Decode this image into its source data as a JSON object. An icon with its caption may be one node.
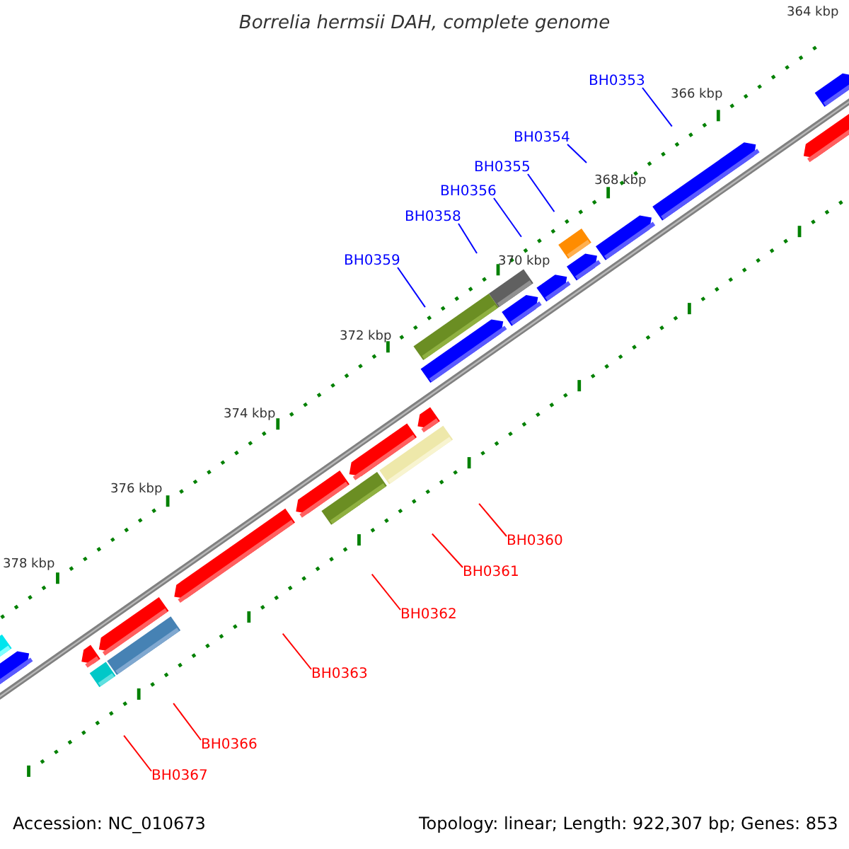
{
  "diagram": {
    "title": "Borrelia hermsii DAH, complete genome",
    "nodes": [
      {
        "text": [
          "BH0353"
        ]
      },
      {
        "text": [
          "BH0354"
        ]
      },
      {
        "text": [
          "BH0355"
        ]
      },
      {
        "text": [
          "BH0356"
        ]
      },
      {
        "text": [
          "BH0358"
        ]
      },
      {
        "text": [
          "BH0359"
        ]
      },
      {
        "text": [
          "BH0360"
        ]
      },
      {
        "text": [
          "BH0361"
        ]
      },
      {
        "text": [
          "BH0362"
        ]
      },
      {
        "text": [
          "BH0363"
        ]
      },
      {
        "text": [
          "BH0366"
        ]
      },
      {
        "text": [
          "BH0367"
        ]
      }
    ],
    "edges": [
      {
        "from": 0,
        "to": null,
        "arrow": "none",
        "color": "#0000ff"
      },
      {
        "from": 1,
        "to": null,
        "arrow": "none",
        "color": "#0000ff"
      },
      {
        "from": 2,
        "to": null,
        "arrow": "none",
        "color": "#0000ff"
      },
      {
        "from": 3,
        "to": null,
        "arrow": "none",
        "color": "#0000ff"
      },
      {
        "from": 4,
        "to": null,
        "arrow": "none",
        "color": "#0000ff"
      },
      {
        "from": 5,
        "to": null,
        "arrow": "none",
        "color": "#0000ff"
      },
      {
        "from": 6,
        "to": null,
        "arrow": "none",
        "color": "#ff0000"
      },
      {
        "from": 7,
        "to": null,
        "arrow": "none",
        "color": "#ff0000"
      },
      {
        "from": 8,
        "to": null,
        "arrow": "none",
        "color": "#ff0000"
      },
      {
        "from": 9,
        "to": null,
        "arrow": "none",
        "color": "#ff0000"
      },
      {
        "from": 10,
        "to": null,
        "arrow": "none",
        "color": "#ff0000"
      },
      {
        "from": 11,
        "to": null,
        "arrow": "none",
        "color": "#ff0000"
      }
    ],
    "labels": [
      "364 kbp",
      "366 kbp",
      "368 kbp",
      "370 kbp",
      "372 kbp",
      "374 kbp",
      "376 kbp",
      "378 kbp",
      "Accession: NC_010673",
      "Topology: linear; Length: 922,307 bp; Genes: 853"
    ]
  }
}
